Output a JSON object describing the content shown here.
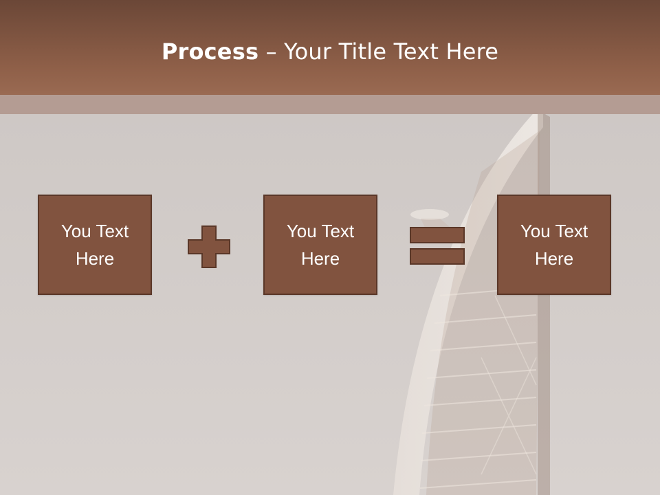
{
  "slide": {
    "title_bold": "Process",
    "title_rest": " – Your Title Text Here",
    "boxes": [
      {
        "text": "You Text\nHere"
      },
      {
        "text": "You Text\nHere"
      },
      {
        "text": "You Text\nHere"
      }
    ],
    "operators": [
      "plus-icon",
      "equals-icon"
    ],
    "colors": {
      "header": "#8e5f48",
      "box_fill": "#81533f",
      "box_border": "#5a3728",
      "background": "#cdc7c4"
    }
  }
}
